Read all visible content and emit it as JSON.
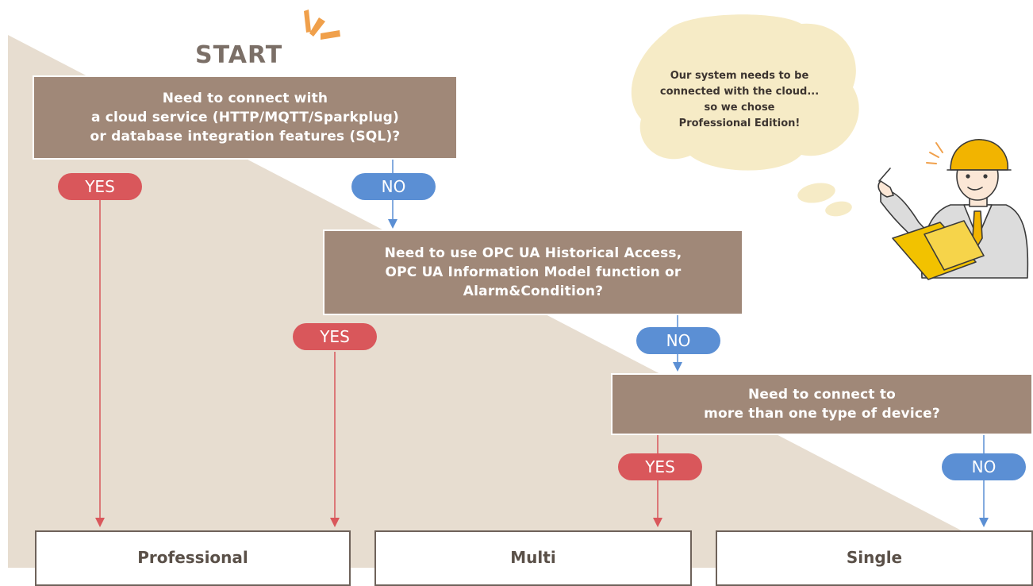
{
  "flowchart": {
    "start_label": "START",
    "questions": [
      {
        "lines": [
          "Need to connect with",
          "a cloud service (HTTP/MQTT/Sparkplug)",
          "or database integration features (SQL)?"
        ]
      },
      {
        "lines": [
          "Need to use OPC UA Historical Access,",
          "OPC UA Information Model function or",
          "Alarm&Condition?"
        ]
      },
      {
        "lines": [
          "Need to connect to",
          "more than one type of device?"
        ]
      }
    ],
    "yes_label": "YES",
    "no_label": "NO",
    "results": [
      "Professional",
      "Multi",
      "Single"
    ]
  },
  "speech_bubble": {
    "lines": [
      "Our system needs to be",
      "connected with the cloud...",
      "so we chose",
      "Professional Edition!"
    ]
  },
  "colors": {
    "question_fill": "#a08878",
    "yes_color": "#d9575b",
    "no_color": "#5b8fd4",
    "background_wedge": "#e7ddd0",
    "cloud_fill": "#f6ebc6",
    "accent_orange": "#f0a04b"
  }
}
